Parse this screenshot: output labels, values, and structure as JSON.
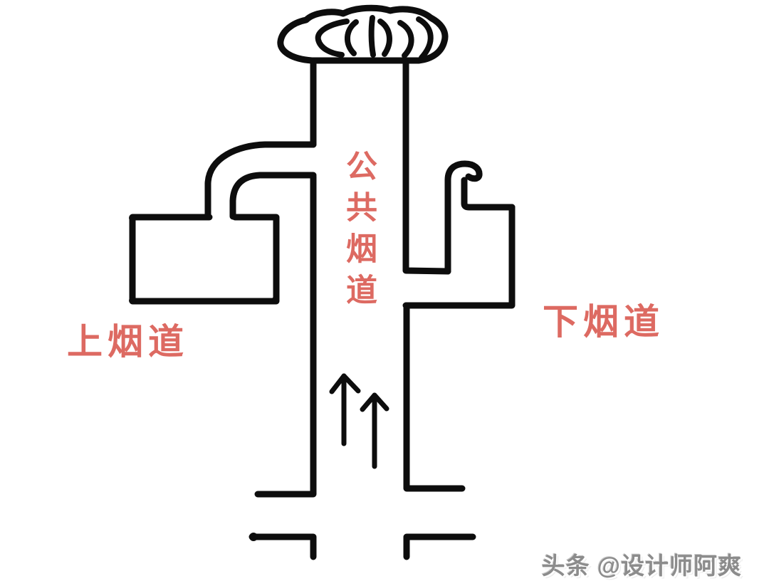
{
  "page": {
    "background_color": "#ffffff",
    "ink_color": "#0d0d0d",
    "accent_color": "#dd6a62"
  },
  "diagram": {
    "kind": "hand-drawn sketch of a shared kitchen exhaust flue cross-section",
    "labels": {
      "common_flue": "公共烟道",
      "upper_flue": "上烟道",
      "lower_flue": "下烟道"
    },
    "airflow_arrows": {
      "count": 2,
      "direction": "up"
    }
  },
  "watermark": {
    "text": "头条 @设计师阿爽",
    "color": "#8c8c8c"
  }
}
